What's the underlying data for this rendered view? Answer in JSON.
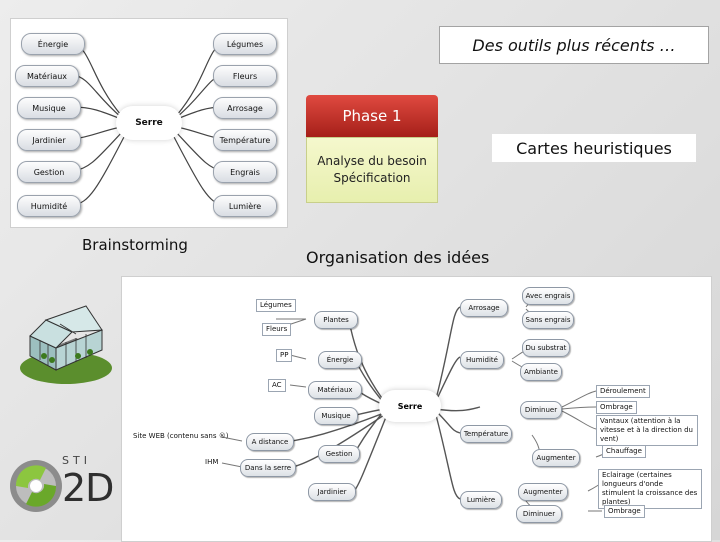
{
  "title": "Des outils plus récents …",
  "phase": {
    "header": "Phase 1",
    "line1": "Analyse du besoin",
    "line2": "Spécification"
  },
  "captions": {
    "brainstorming": "Brainstorming",
    "cartes": "Cartes heuristiques",
    "organisation": "Organisation des idées"
  },
  "brainstorm_map": {
    "center": "Serre",
    "left": [
      "Énergie",
      "Matériaux",
      "Musique",
      "Jardinier",
      "Gestion",
      "Humidité"
    ],
    "right": [
      "Légumes",
      "Fleurs",
      "Arrosage",
      "Température",
      "Engrais",
      "Lumière"
    ]
  },
  "mind_map": {
    "center": "Serre",
    "left_nodes": [
      "Plantes",
      "Énergie",
      "Matériaux",
      "Musique",
      "A distance",
      "Dans la serre",
      "Gestion",
      "Jardinier"
    ],
    "left_leaves": [
      "Légumes",
      "Fleurs",
      "PP",
      "AC",
      "Site WEB (contenu sans ®)",
      "IHM"
    ],
    "right_nodes": [
      "Arrosage",
      "Humidité",
      "Ambiante",
      "Diminuer",
      "Température",
      "Augmenter",
      "Lumière",
      "Augmenter",
      "Diminuer"
    ],
    "right_leaves": [
      "Avec engrais",
      "Sans engrais",
      "Du substrat",
      "Déroulement",
      "Ombrage",
      "Vantaux (attention à la vitesse et à la direction du vent)",
      "Chauffage",
      "Eclairage (certaines longueurs d'onde stimulent la croissance des plantes)",
      "Ombrage"
    ]
  },
  "logo": {
    "top": "STI",
    "bottom": "2D"
  }
}
